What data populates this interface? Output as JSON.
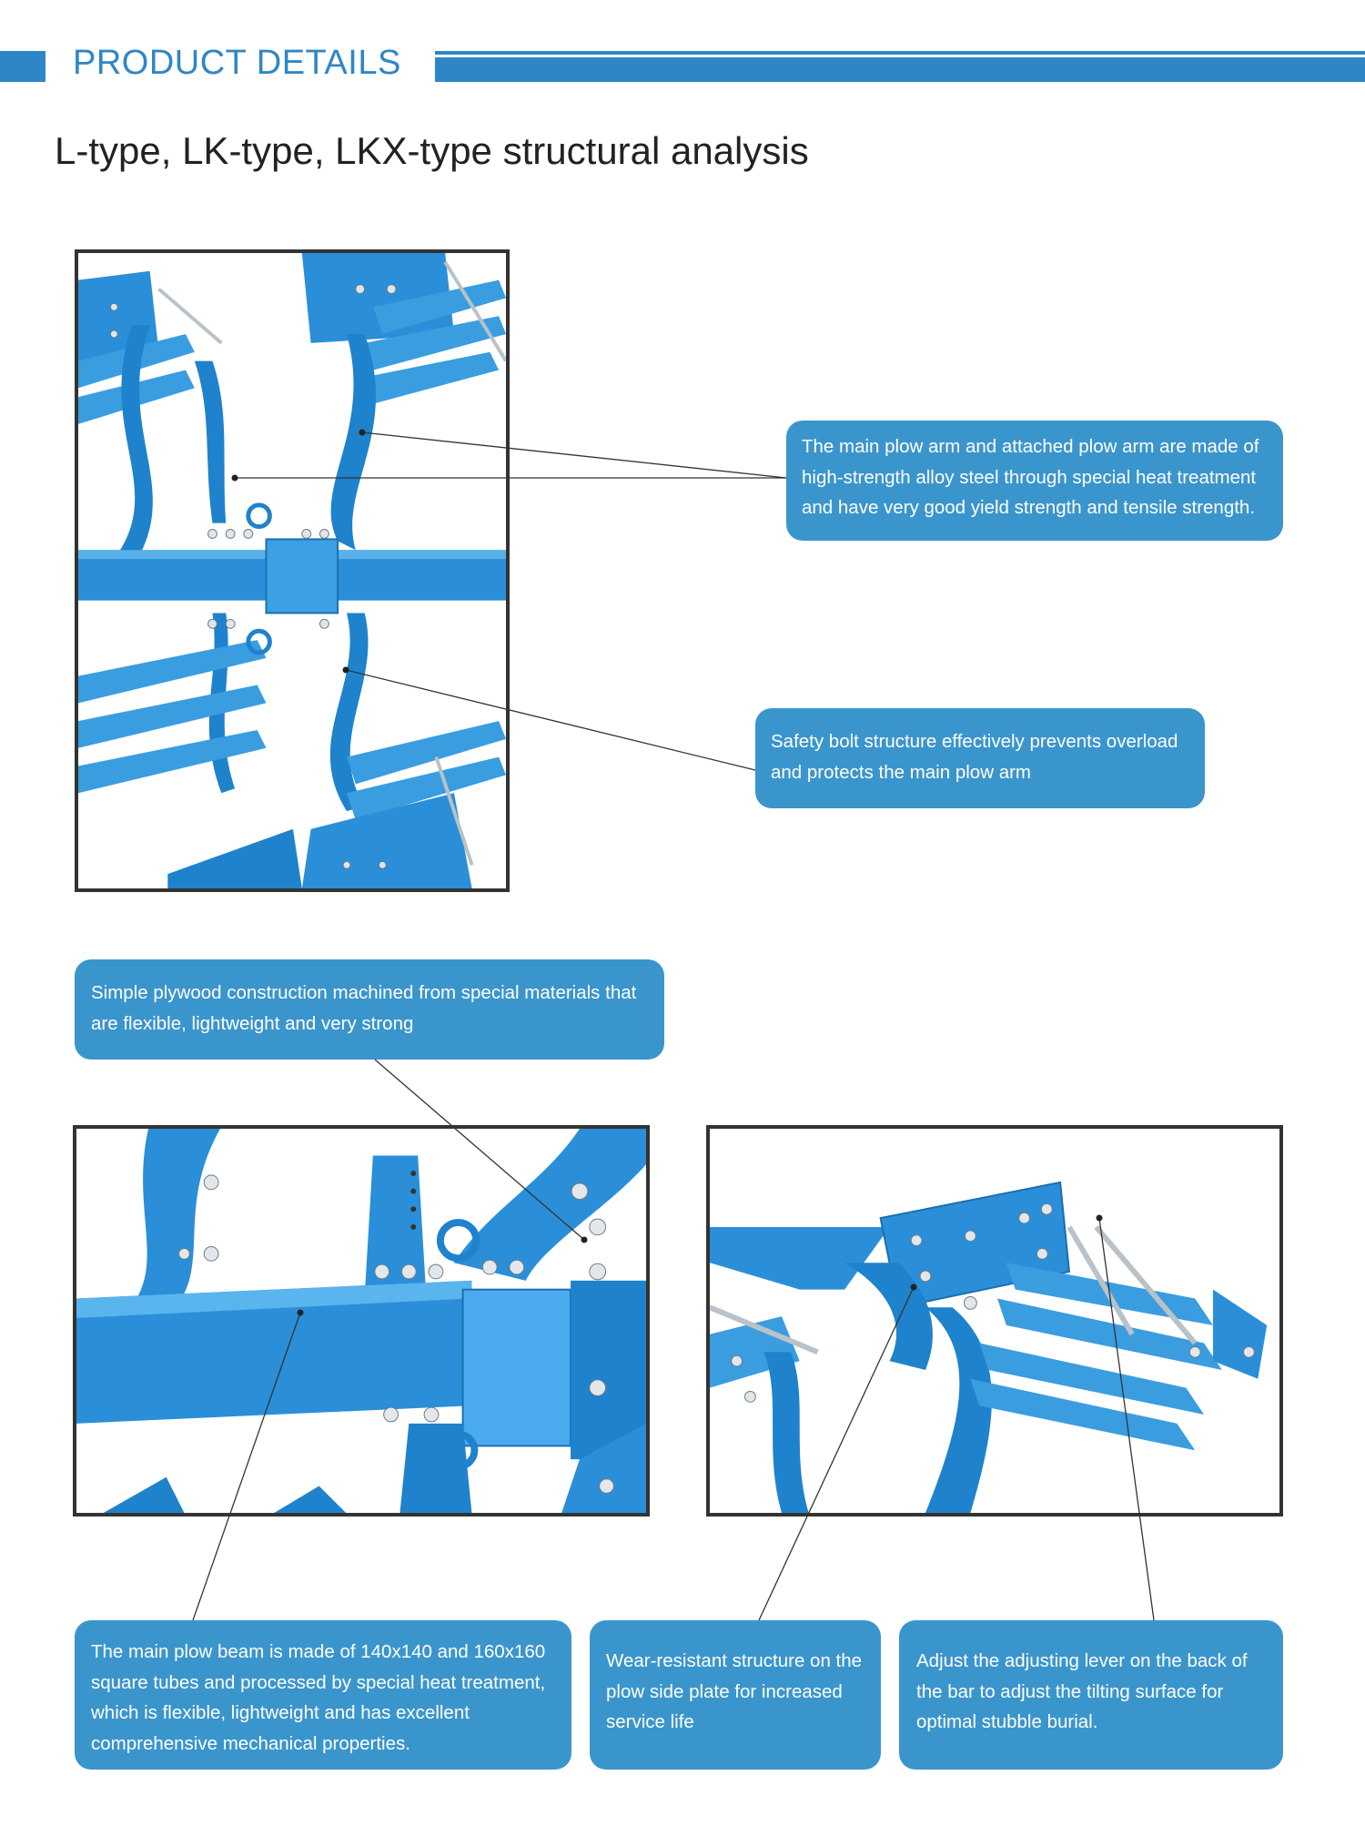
{
  "header": {
    "title": "PRODUCT DETAILS",
    "accent_color": "#2f86c6"
  },
  "subtitle": "L-type, LK-type, LKX-type structural analysis",
  "callouts": {
    "plow_arm": "The main plow arm and attached plow arm are made of high-strength alloy steel through special heat treatment and have very good yield strength and tensile strength.",
    "safety_bolt": "Safety bolt structure effectively prevents overload and protects the main plow arm",
    "plywood": "Simple plywood construction machined from special materials that are flexible, lightweight and very strong",
    "plow_beam": "The main plow beam is made of 140x140 and 160x160 square tubes and processed by special heat treatment, which is flexible, lightweight and has excellent comprehensive mechanical properties.",
    "side_plate": "Wear-resistant structure on the plow side plate for increased service life",
    "adjusting_lever": "Adjust the adjusting lever on the back of the bar to adjust the tilting surface for optimal stubble burial."
  },
  "colors": {
    "callout_bg": "#3b95cd",
    "machine_blue": "#2a8fd8",
    "frame": "#333333"
  }
}
